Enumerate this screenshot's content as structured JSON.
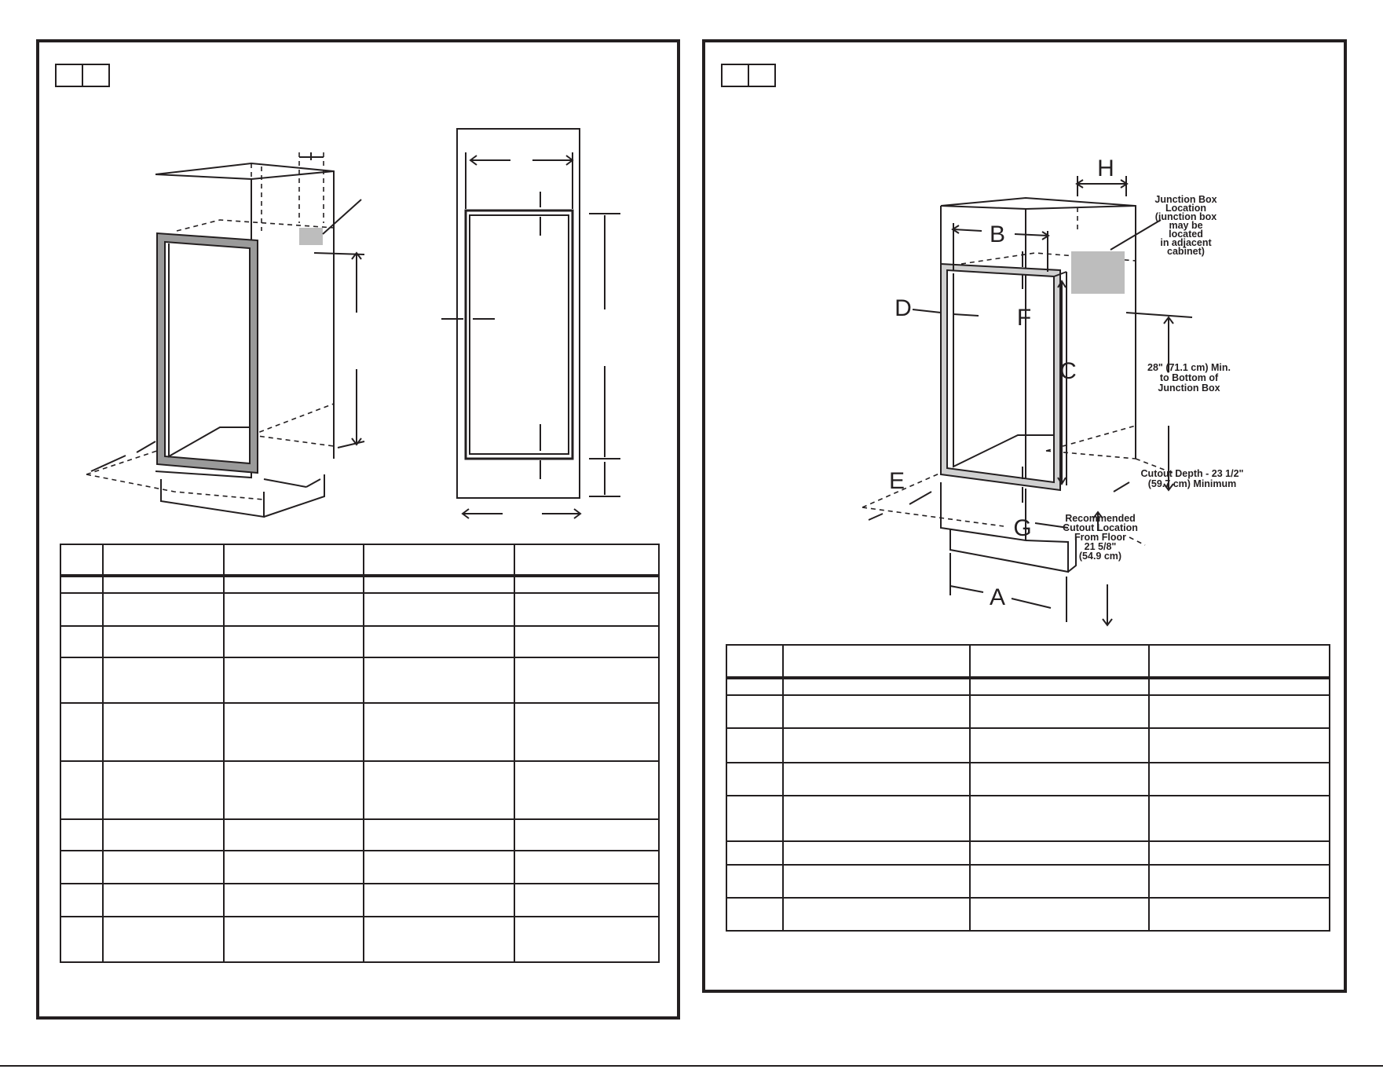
{
  "right_figure": {
    "letters": {
      "A": "A",
      "B": "B",
      "C": "C",
      "D": "D",
      "E": "E",
      "F": "F",
      "G": "G",
      "H": "H"
    },
    "junction_box_note": [
      "Junction Box",
      "Location",
      "(junction box",
      "may be",
      "located",
      "in adjacent",
      "cabinet)"
    ],
    "min_height_note": [
      "28\" (71.1 cm) Min.",
      "to Bottom of",
      "Junction Box"
    ],
    "cutout_depth_note": [
      "Cutout Depth - 23 1/2\"",
      "(59.7 cm) Minimum"
    ],
    "cutout_location_note": [
      "Recommended",
      "Cutout Location",
      "From Floor",
      "21 5/8\"",
      "(54.9 cm)"
    ]
  },
  "left_table": {
    "row_heights": [
      40,
      22,
      42,
      40,
      58,
      74,
      74,
      40,
      42,
      42,
      58
    ]
  },
  "right_table": {
    "row_heights": [
      42,
      22,
      42,
      44,
      42,
      58,
      30,
      42,
      42
    ]
  }
}
